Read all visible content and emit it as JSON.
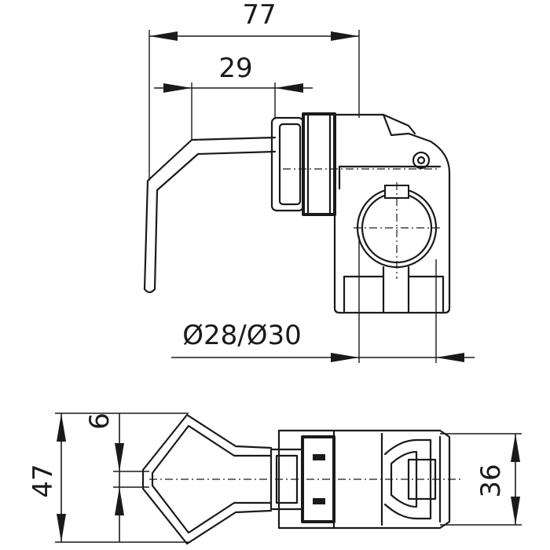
{
  "dimensions": {
    "overall_length": "77",
    "handle_offset": "29",
    "tube_diameter": "Ø28/Ø30",
    "bottom_slot": "6",
    "bottom_height": "47",
    "bottom_body_height": "36"
  }
}
